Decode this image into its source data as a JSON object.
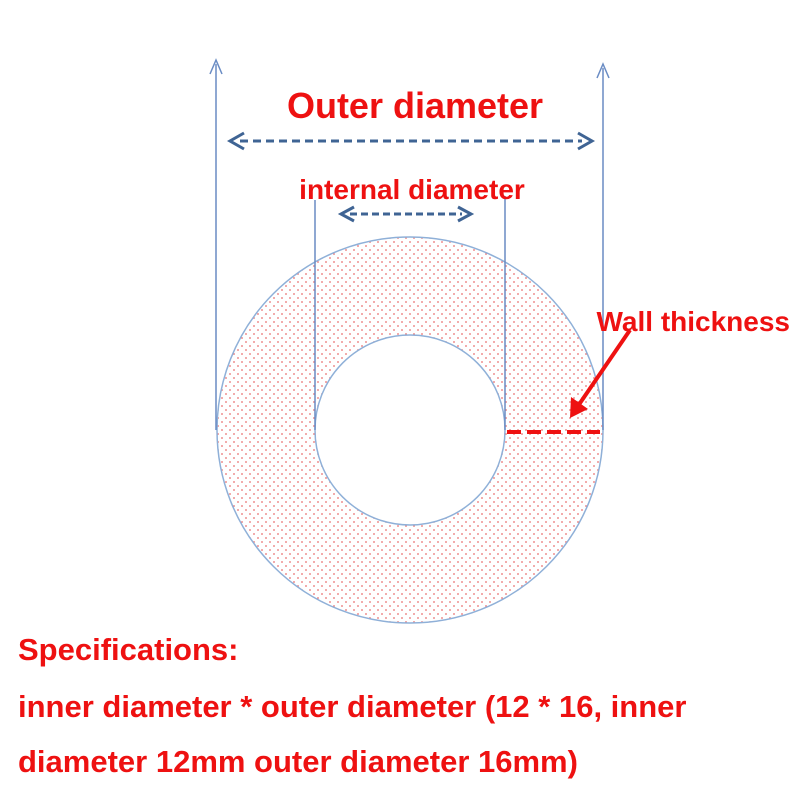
{
  "diagram": {
    "labels": {
      "outer_diameter": "Outer diameter",
      "internal_diameter": "internal diameter",
      "wall_thickness": "Wall thickness"
    },
    "colors": {
      "line": "#6a8cc4",
      "arrow": "#3f6494",
      "circle": "#8fb0d8",
      "dots": "#e87070",
      "text": "#ee1111",
      "wall_dash": "#ee1111"
    }
  },
  "specifications": {
    "title": "Specifications:",
    "line1": "inner diameter * outer diameter (12 * 16, inner",
    "line2": "diameter 12mm outer diameter 16mm)"
  }
}
